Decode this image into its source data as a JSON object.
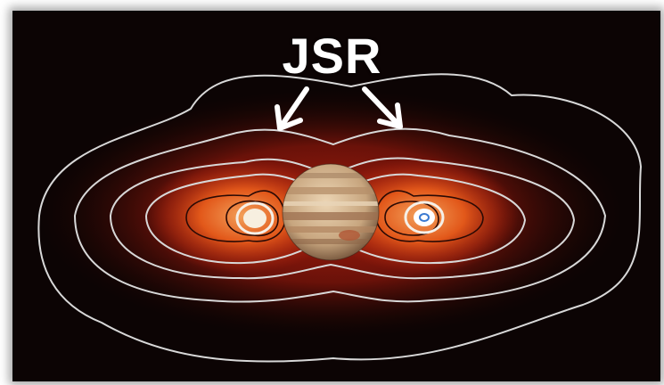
{
  "figure": {
    "label": "JSR",
    "colors": {
      "background": "#0c0404",
      "glow_outer": "#5a0d05",
      "glow_mid": "#b3200e",
      "glow_inner": "#e2581a",
      "core": "#f3a15b",
      "contour": "#d8d8d8",
      "planet_base": "#c7a57e"
    },
    "icons": [
      "planet-jupiter",
      "arrow-left",
      "arrow-right"
    ]
  }
}
